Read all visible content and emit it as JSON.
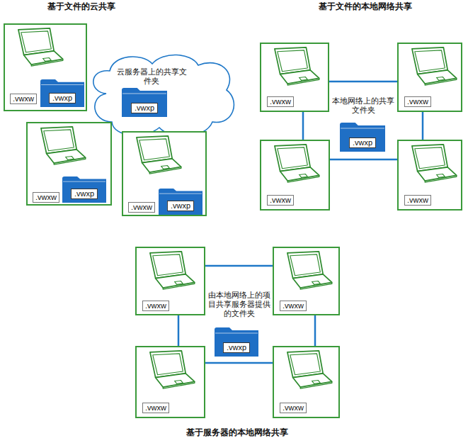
{
  "diagram": {
    "nodes": [
      {
        "text": [
          ".vwxw"
        ]
      },
      {
        "text": [
          ".vwxp"
        ],
        "in": 0
      },
      {
        "text": [
          "云服务器上的共享文件夹"
        ]
      },
      {
        "text": [
          ".vwxp"
        ],
        "in": 2
      },
      {
        "text": [
          ".vwxw"
        ]
      },
      {
        "text": [
          ".vwxp"
        ],
        "in": 4
      },
      {
        "text": [
          ".vwxw"
        ]
      },
      {
        "text": [
          ".vwxp"
        ],
        "in": 6
      },
      {
        "text": [
          ".vwxw"
        ]
      },
      {
        "text": [
          ".vwxw"
        ]
      },
      {
        "text": [
          ".vwxw"
        ]
      },
      {
        "text": [
          ".vwxw"
        ]
      },
      {
        "text": [
          ".vwxp"
        ]
      },
      {
        "text": [
          ".vwxw"
        ]
      },
      {
        "text": [
          ".vwxw"
        ]
      },
      {
        "text": [
          ".vwxw"
        ]
      },
      {
        "text": [
          ".vwxw"
        ]
      },
      {
        "text": [
          ".vwxp"
        ]
      }
    ],
    "edges": [
      {
        "from": 8,
        "to": 9,
        "arrow": "none"
      },
      {
        "from": 8,
        "to": 10,
        "arrow": "none"
      },
      {
        "from": 9,
        "to": 11,
        "arrow": "none"
      },
      {
        "from": 10,
        "to": 11,
        "arrow": "none"
      },
      {
        "from": 13,
        "to": 14,
        "arrow": "none"
      },
      {
        "from": 13,
        "to": 15,
        "arrow": "none"
      },
      {
        "from": 14,
        "to": 16,
        "arrow": "none"
      },
      {
        "from": 15,
        "to": 16,
        "arrow": "none"
      }
    ],
    "labels": [
      "基于文件的云共享",
      "基于文件的本地网络共享",
      "基于服务器的本地网络共享",
      "本地网络上的共享文件夹",
      "由本地网络上的项目共享服务器提供的文件夹"
    ]
  }
}
